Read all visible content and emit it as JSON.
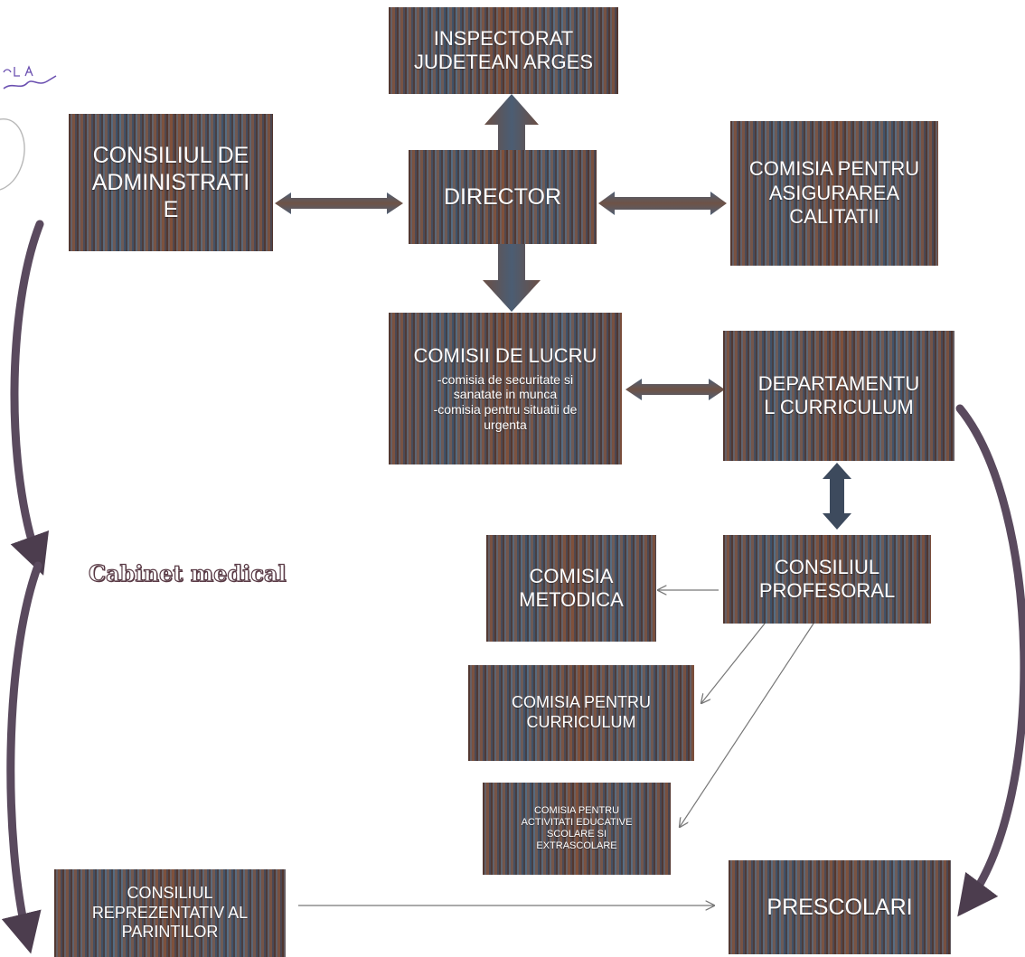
{
  "nodes": {
    "inspectorat": {
      "line1": "INSPECTORAT",
      "line2": "JUDETEAN ARGES"
    },
    "consiliu_admin": {
      "line1": "CONSILIUL DE",
      "line2": "ADMINISTRATI",
      "line3": "E"
    },
    "director": {
      "label": "DIRECTOR"
    },
    "comisia_calitate": {
      "line1": "COMISIA PENTRU",
      "line2": "ASIGURAREA",
      "line3": "CALITATII"
    },
    "comisii_lucru": {
      "title": "COMISII DE LUCRU",
      "items": [
        "-comisia de securitate si",
        "sanatate in munca",
        "-comisia pentru situatii de",
        "urgenta"
      ]
    },
    "departament": {
      "line1": "DEPARTAMENTU",
      "line2": "L CURRICULUM"
    },
    "cabinet": {
      "label": "Cabinet medical"
    },
    "comisia_metodica": {
      "line1": "COMISIA",
      "line2": "METODICA"
    },
    "consiliu_profesoral": {
      "line1": "CONSILIUL",
      "line2": "PROFESORAL"
    },
    "comisia_curriculum": {
      "line1": "COMISIA PENTRU",
      "line2": "CURRICULUM"
    },
    "comisia_activitati": {
      "line1": "COMISIA PENTRU",
      "line2": "ACTIVITATI EDUCATIVE",
      "line3": "SCOLARE SI",
      "line4": "EXTRASCOLARE"
    },
    "consiliu_parinti": {
      "line1": "CONSILIUL",
      "line2": "REPREZENTATIV AL",
      "line3": "PARINTILOR"
    },
    "prescolari": {
      "label": "PRESCOLARI"
    }
  },
  "colors": {
    "arrow_blue": "#44536a",
    "arrow_brown": "#7a5c4a",
    "arrow_dark": "#3c4658",
    "thin_line": "#777777",
    "handwriting": "#6a4fb0"
  }
}
